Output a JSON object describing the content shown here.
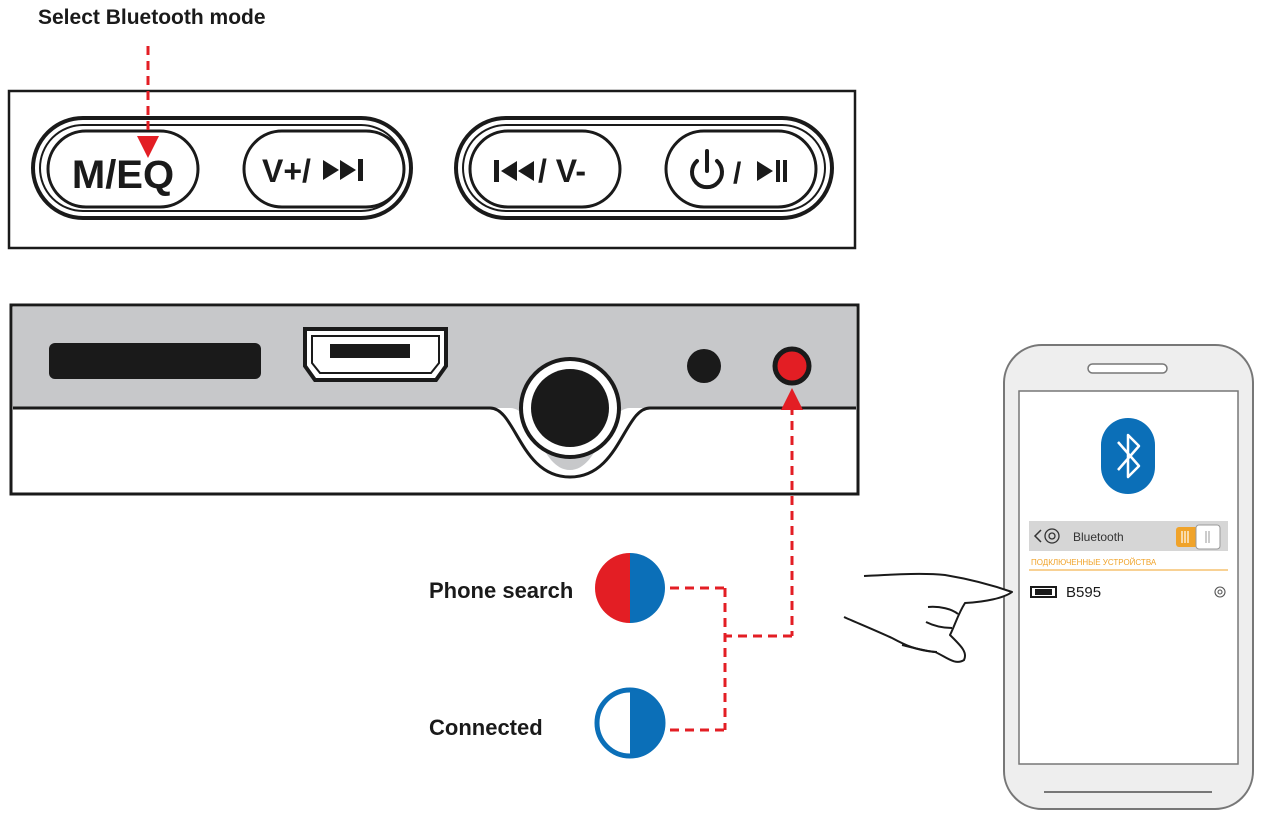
{
  "instruction": "Select Bluetooth mode",
  "buttons": {
    "mode": "M/EQ",
    "vol_up_next": "V+/",
    "prev_vol_down": "/ V-",
    "power_play": "/"
  },
  "led_states": {
    "search_label": "Phone search",
    "connected_label": "Connected"
  },
  "colors": {
    "arrow": "#e31e24",
    "led_red": "#e31e24",
    "led_blue": "#0b6fb8",
    "panel_grey": "#c7c8ca",
    "toggle_orange": "#f0a32a"
  },
  "phone": {
    "header_title": "Bluetooth",
    "section_title": "ПОДКЛЮЧЕННЫЕ УСТРОЙСТВА",
    "device_name": "B595",
    "icons": {
      "logo": "bluetooth-icon",
      "back": "chevron-left-icon",
      "settings": "gear-icon",
      "device": "speaker-icon",
      "device_settings": "gear-icon"
    }
  }
}
